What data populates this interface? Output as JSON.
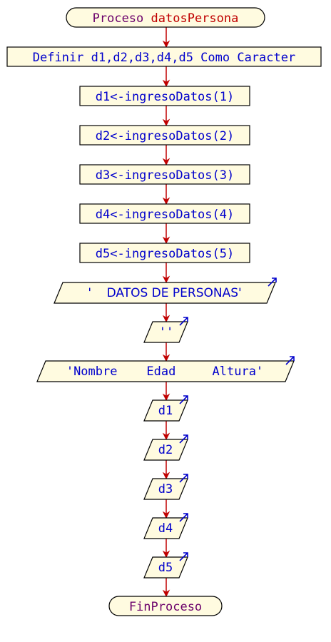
{
  "colors": {
    "background": "#ffffff",
    "shape_fill": "#fffbe0",
    "shape_stroke": "#000000",
    "connector": "#c00000",
    "keyword": "#6b006b",
    "identifier": "#c00000",
    "statement": "#0000cc",
    "output_arrow": "#0000cc"
  },
  "flowchart": {
    "start": {
      "keyword": "Proceso",
      "name": "datosPersona"
    },
    "define": "Definir d1,d2,d3,d4,d5 Como Caracter",
    "assignments": [
      "d1<-ingresoDatos(1)",
      "d2<-ingresoDatos(2)",
      "d3<-ingresoDatos(3)",
      "d4<-ingresoDatos(4)",
      "d5<-ingresoDatos(5)"
    ],
    "outputs": [
      "'    DATOS DE PERSONAS'",
      "''",
      "'Nombre    Edad     Altura'",
      "d1",
      "d2",
      "d3",
      "d4",
      "d5"
    ],
    "end": {
      "keyword": "FinProceso"
    }
  }
}
